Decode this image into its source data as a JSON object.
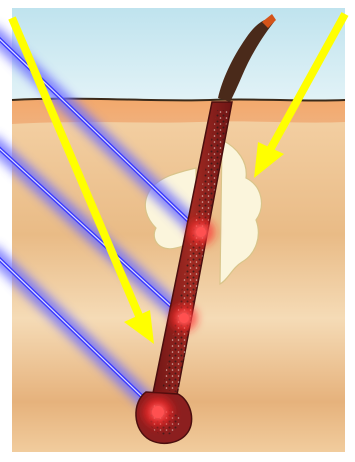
{
  "illustration": {
    "subject": "hair-follicle-laser-treatment",
    "beam_count": 3,
    "arrow_count": 2,
    "colors": {
      "sky": "#cfe9f2",
      "epidermis": "#f0a26a",
      "dermis": "#efc89a",
      "follicle": "#8c1f1f",
      "hair_shaft": "#4a2a1a",
      "gland": "#fbf3d4",
      "laser_beam": "#6b6bff",
      "laser_hit": "#ff2a2a",
      "arrow": "#ffff00"
    }
  }
}
